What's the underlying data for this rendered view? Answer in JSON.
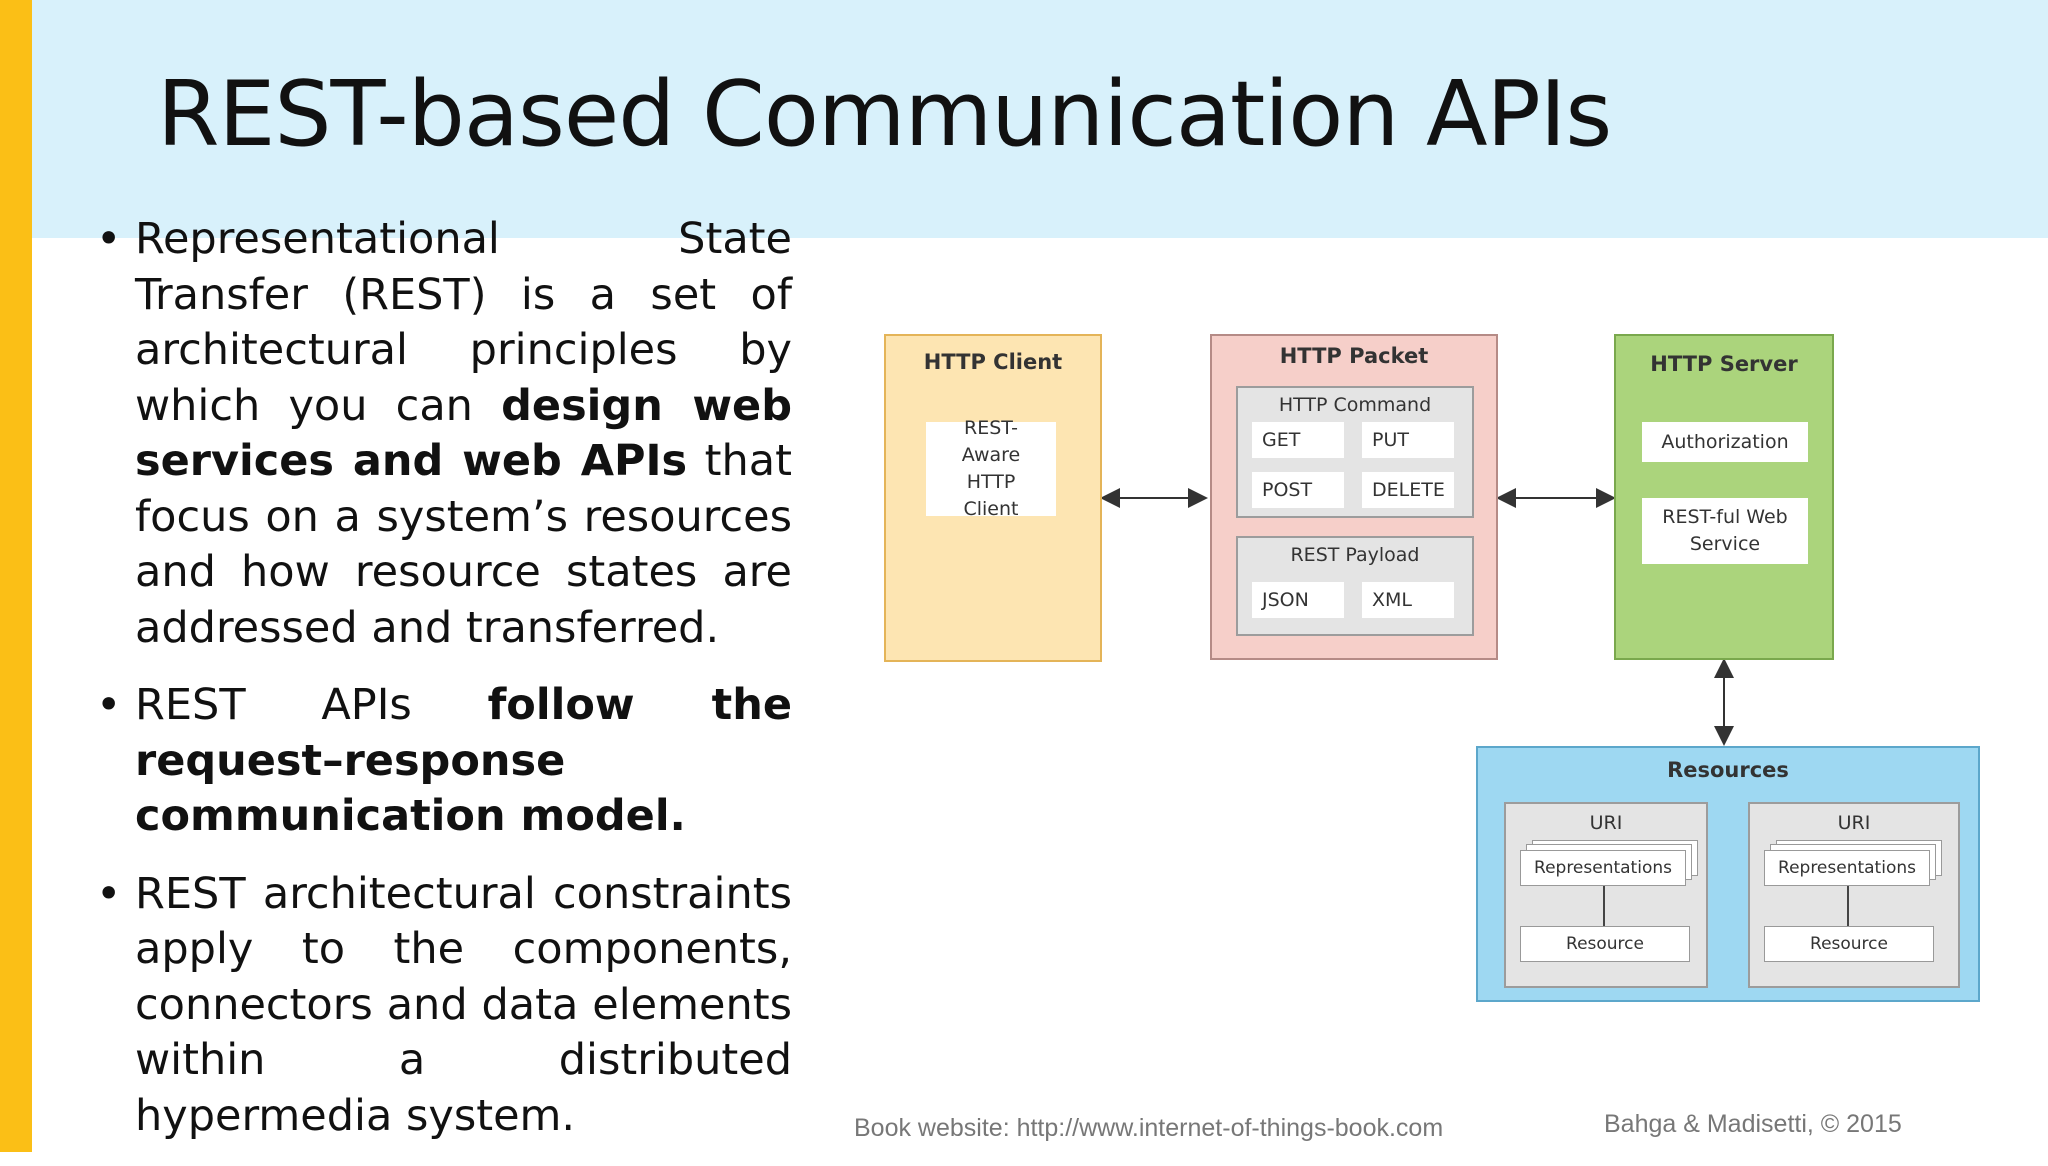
{
  "slide": {
    "title": "REST-based Communication APIs",
    "colors": {
      "accent": "#fbbf16",
      "title_band": "#d8f1fb"
    }
  },
  "bullets": [
    {
      "before": "Representational State Transfer (REST) is a set of architectural principles by which you can ",
      "bold": "design web services and web APIs",
      "after": " that focus on a system’s resources and how resource states are addressed and transferred."
    },
    {
      "before": "REST APIs ",
      "bold": "follow the request–response communication model.",
      "after": ""
    },
    {
      "before": "REST architectural constraints apply to the components, connectors and data elements within a distributed hypermedia system.",
      "bold": "",
      "after": ""
    }
  ],
  "diagram": {
    "client": {
      "title": "HTTP Client",
      "inner": "REST-Aware HTTP Client",
      "color": "#fde5b2"
    },
    "packet": {
      "title": "HTTP Packet",
      "color": "#f6cfc9",
      "command": {
        "title": "HTTP Command",
        "items": [
          "GET",
          "PUT",
          "POST",
          "DELETE"
        ]
      },
      "payload": {
        "title": "REST Payload",
        "items": [
          "JSON",
          "XML"
        ]
      }
    },
    "server": {
      "title": "HTTP Server",
      "items": [
        "Authorization",
        "REST-ful Web Service"
      ],
      "color": "#abd47c"
    },
    "resources": {
      "title": "Resources",
      "color": "#9ed8f2",
      "groups": [
        {
          "uri": "URI",
          "representations": "Representations",
          "resource": "Resource"
        },
        {
          "uri": "URI",
          "representations": "Representations",
          "resource": "Resource"
        }
      ]
    }
  },
  "footer": {
    "left": "Book website: http://www.internet-of-things-book.com",
    "right": "Bahga & Madisetti, © 2015"
  }
}
